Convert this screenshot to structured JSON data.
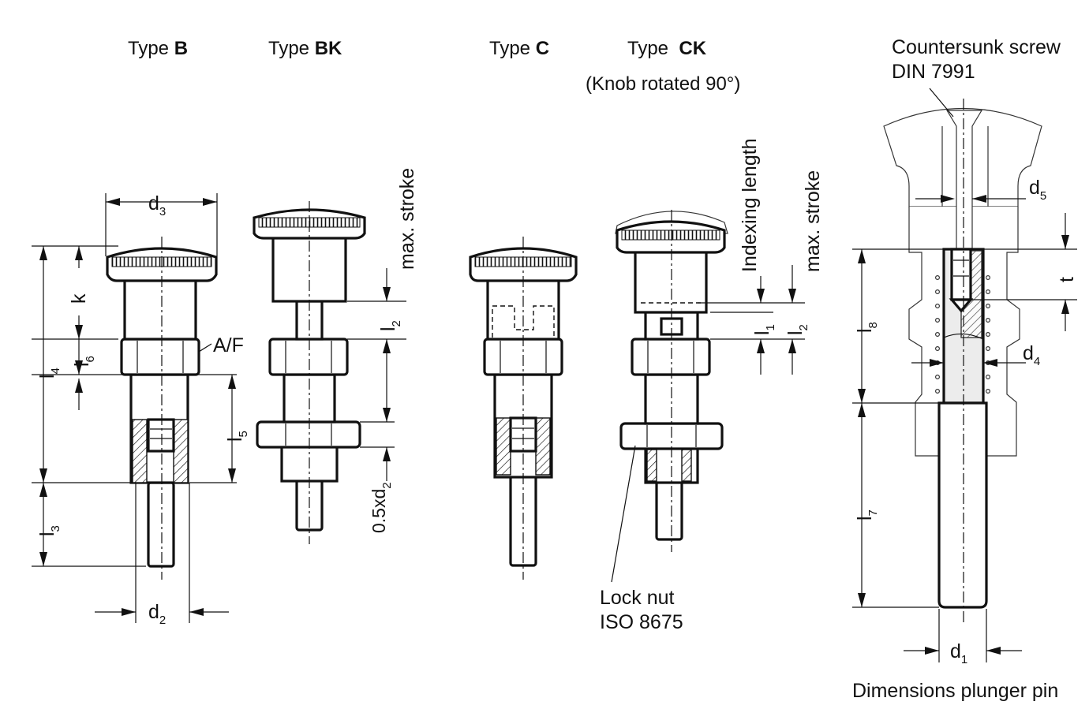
{
  "titles": {
    "type_b": {
      "prefix": "Type ",
      "letter": "B"
    },
    "type_bk": {
      "prefix": "Type ",
      "letter": "BK"
    },
    "type_c": {
      "prefix": "Type ",
      "letter": "C"
    },
    "type_ck": {
      "prefix": "Type  ",
      "letter": "CK"
    },
    "knob_note": "(Knob rotated 90°)"
  },
  "dimensions": {
    "d3": {
      "main": "d",
      "sub": "3"
    },
    "d2": {
      "main": "d",
      "sub": "2"
    },
    "d1": {
      "main": "d",
      "sub": "1"
    },
    "d4": {
      "main": "d",
      "sub": "4"
    },
    "d5": {
      "main": "d",
      "sub": "5"
    },
    "k": "k",
    "af": "A/F",
    "t": "t",
    "l1": {
      "main": "l",
      "sub": "1"
    },
    "l2": {
      "main": "l",
      "sub": "2"
    },
    "l3": {
      "main": "l",
      "sub": "3"
    },
    "l4": {
      "main": "l",
      "sub": "4"
    },
    "l5": {
      "main": "l",
      "sub": "5"
    },
    "l6": {
      "main": "l",
      "sub": "6"
    },
    "l7": {
      "main": "l",
      "sub": "7"
    },
    "l8": {
      "main": "l",
      "sub": "8"
    },
    "half_d2": {
      "main": "0.5xd",
      "sub": "2"
    }
  },
  "callouts": {
    "max_stroke": "max. stroke",
    "indexing_length": "Indexing length",
    "countersunk_line1": "Countersunk screw",
    "countersunk_line2": "DIN 7991",
    "lock_nut_line1": "Lock nut",
    "lock_nut_line2": "ISO 8675",
    "plunger_caption": "Dimensions plunger pin"
  }
}
